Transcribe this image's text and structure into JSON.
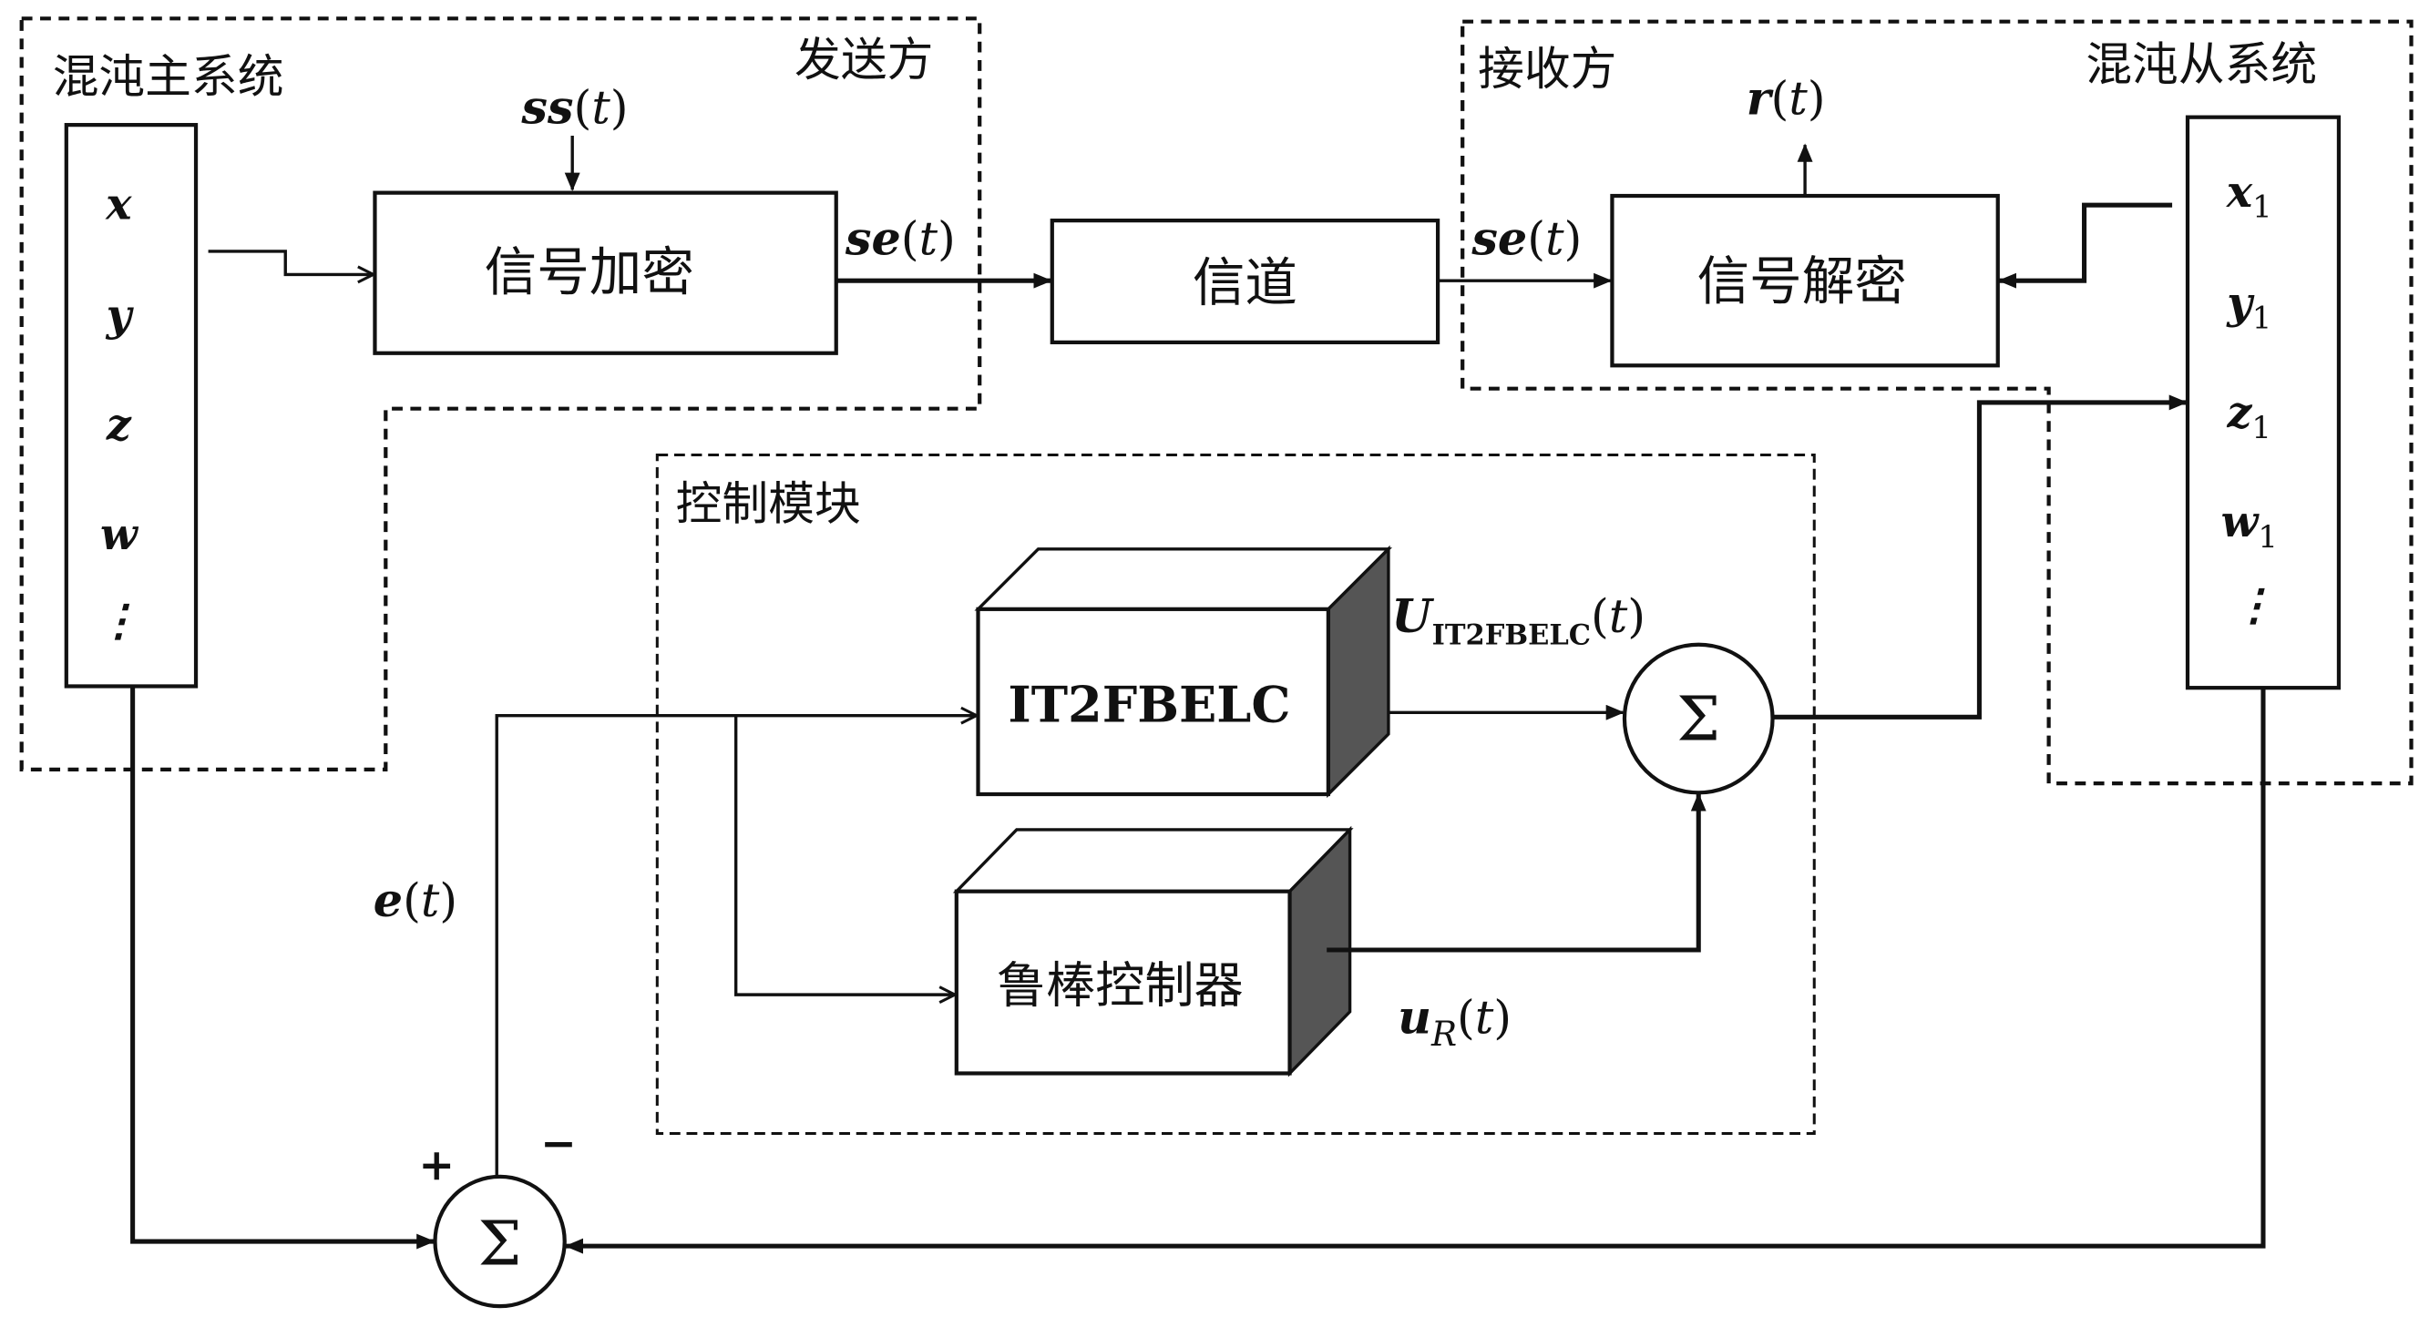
{
  "sender_region": {
    "label": "发送方"
  },
  "receiver_region": {
    "label": "接收方"
  },
  "control_region": {
    "label": "控制模块"
  },
  "master_system": {
    "title": "混沌主系统",
    "states": [
      "x",
      "y",
      "z",
      "w",
      "⋮"
    ]
  },
  "slave_system": {
    "title": "混沌从系统",
    "states": [
      {
        "var": "x",
        "sub": "1"
      },
      {
        "var": "y",
        "sub": "1"
      },
      {
        "var": "z",
        "sub": "1"
      },
      {
        "var": "w",
        "sub": "1"
      },
      {
        "var": "⋮",
        "sub": ""
      }
    ]
  },
  "blocks": {
    "encrypt": "信号加密",
    "channel": "信道",
    "decrypt": "信号解密",
    "it2fbelc": "IT2FBELC",
    "robust": "鲁棒控制器"
  },
  "signals": {
    "ss": {
      "main": "ss",
      "arg": "t"
    },
    "se_out": {
      "main": "se",
      "arg": "t"
    },
    "se_in": {
      "main": "se",
      "arg": "t"
    },
    "r": {
      "main": "r",
      "arg": "t"
    },
    "u_it2": {
      "main": "U",
      "sub": "IT2FBELC",
      "arg": "t"
    },
    "u_r": {
      "main": "u",
      "sub": "R",
      "arg": "t"
    },
    "e": {
      "main": "e",
      "arg": "t"
    }
  },
  "summers": {
    "control_sum": "Σ",
    "error_sum": "Σ",
    "plus": "+",
    "minus": "−"
  }
}
